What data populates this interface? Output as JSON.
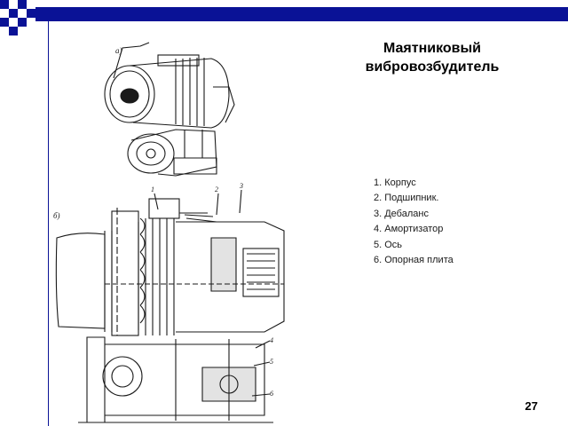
{
  "slide": {
    "title_line1": "Маятниковый",
    "title_line2": "вибровозбудитель",
    "legend": [
      "1. Корпус",
      "2. Подшипник.",
      "3. Дебаланс",
      "4. Амортизатор",
      "5. Ось",
      "6. Опорная плита"
    ],
    "page_number": "27",
    "figure": {
      "view_a_label": "а)",
      "view_b_label": "б)",
      "callouts": [
        "1",
        "2",
        "3",
        "4",
        "5",
        "6"
      ]
    },
    "colors": {
      "accent": "#0a1296",
      "drawing": "#1a1a1a"
    }
  }
}
